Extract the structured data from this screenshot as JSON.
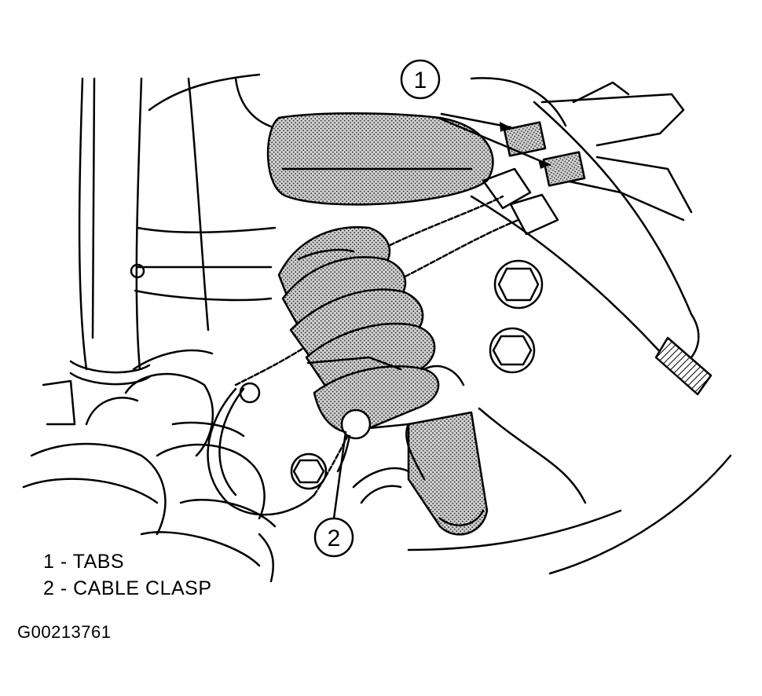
{
  "callouts": [
    {
      "number": "1",
      "label": "TABS"
    },
    {
      "number": "2",
      "label": "CABLE CLASP"
    }
  ],
  "legend": [
    {
      "text": "1 - TABS"
    },
    {
      "text": "2 - CABLE CLASP"
    }
  ],
  "figure_id": "G00213761",
  "colors": {
    "ink": "#000000",
    "paper": "#ffffff",
    "shade": "#8a8a8a"
  }
}
